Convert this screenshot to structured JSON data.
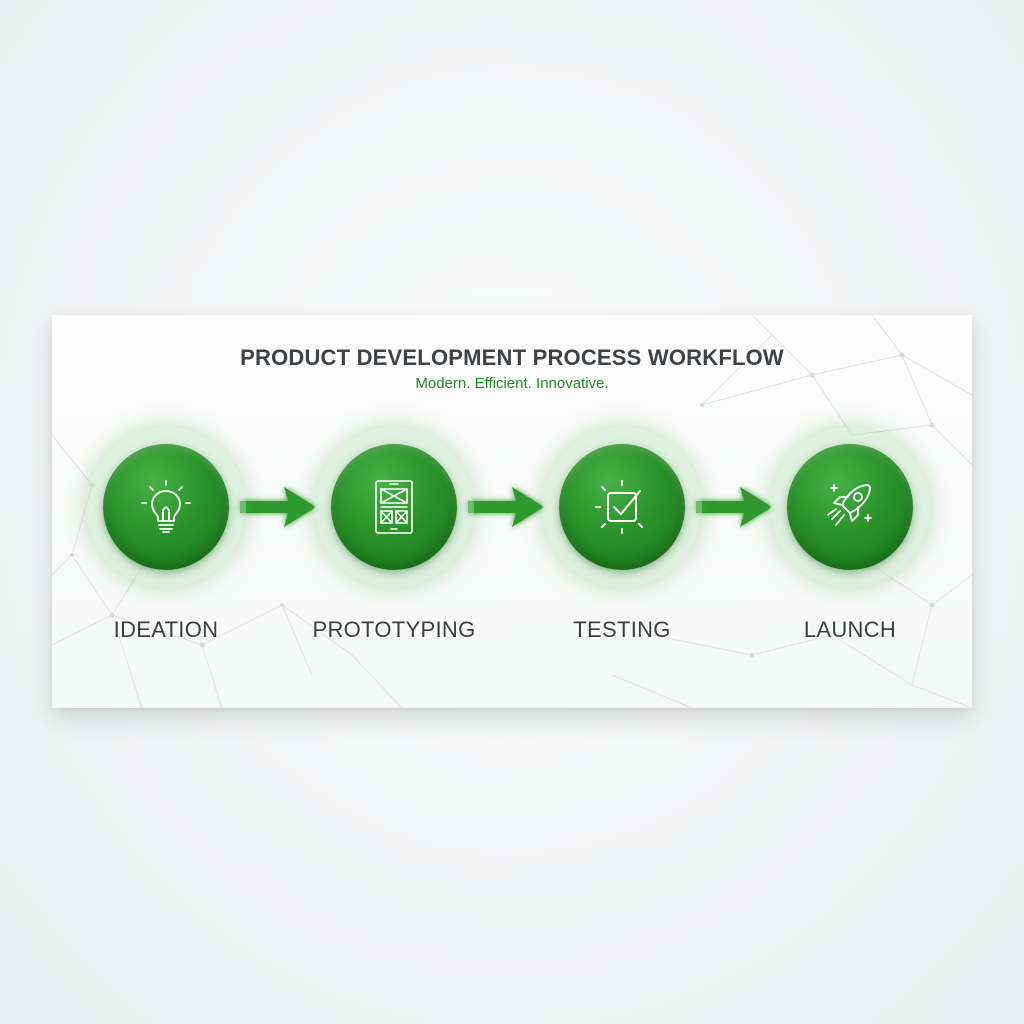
{
  "header": {
    "title": "PRODUCT DEVELOPMENT PROCESS WORKFLOW",
    "subtitle": "Modern. Efficient. Innovative."
  },
  "steps": [
    {
      "label": "IDEATION",
      "icon": "lightbulb-icon"
    },
    {
      "label": "PROTOTYPING",
      "icon": "wireframe-tablet-icon"
    },
    {
      "label": "TESTING",
      "icon": "checkbox-icon"
    },
    {
      "label": "LAUNCH",
      "icon": "rocket-icon"
    }
  ],
  "colors": {
    "accent": "#2a9229",
    "accent_dark": "#1b751c",
    "title_text": "#3f4346",
    "subtitle_text": "#1e8a24",
    "background": "#f2f3f4"
  }
}
